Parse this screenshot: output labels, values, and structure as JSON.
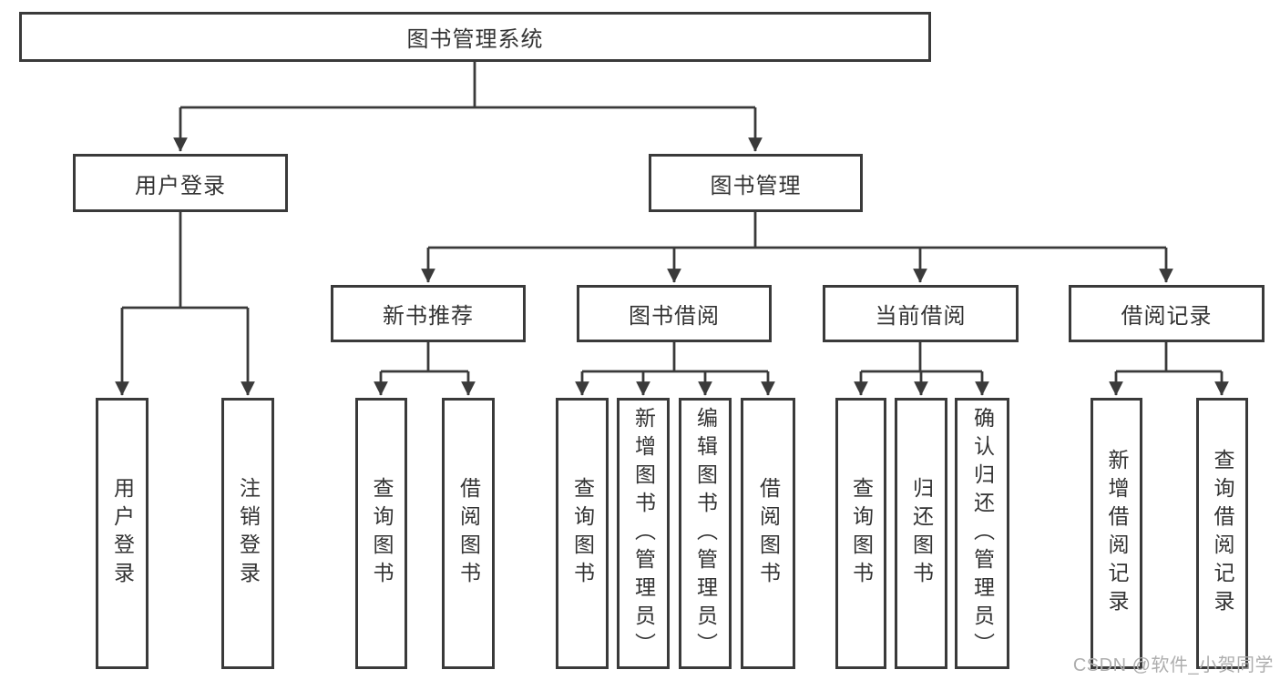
{
  "diagram": {
    "title": "图书管理系统",
    "level2": [
      {
        "label": "用户登录"
      },
      {
        "label": "图书管理"
      }
    ],
    "level3": [
      {
        "label": "新书推荐"
      },
      {
        "label": "图书借阅"
      },
      {
        "label": "当前借阅"
      },
      {
        "label": "借阅记录"
      }
    ],
    "leaves": [
      {
        "group": "用户登录",
        "label": "用户登录"
      },
      {
        "group": "用户登录",
        "label": "注销登录"
      },
      {
        "group": "新书推荐",
        "label": "查询图书"
      },
      {
        "group": "新书推荐",
        "label": "借阅图书"
      },
      {
        "group": "图书借阅",
        "label": "查询图书"
      },
      {
        "group": "图书借阅",
        "label": "新增图书（管理员）"
      },
      {
        "group": "图书借阅",
        "label": "编辑图书（管理员）"
      },
      {
        "group": "图书借阅",
        "label": "借阅图书"
      },
      {
        "group": "当前借阅",
        "label": "查询图书"
      },
      {
        "group": "当前借阅",
        "label": "归还图书"
      },
      {
        "group": "当前借阅",
        "label": "确认归还（管理员）"
      },
      {
        "group": "借阅记录",
        "label": "新增借阅记录"
      },
      {
        "group": "借阅记录",
        "label": "查询借阅记录"
      }
    ]
  },
  "watermark": "CSDN @软件_小贺同学",
  "colors": {
    "line": "#3a3a3a",
    "text": "#333333",
    "background": "#ffffff",
    "watermark": "#aeaeae"
  }
}
